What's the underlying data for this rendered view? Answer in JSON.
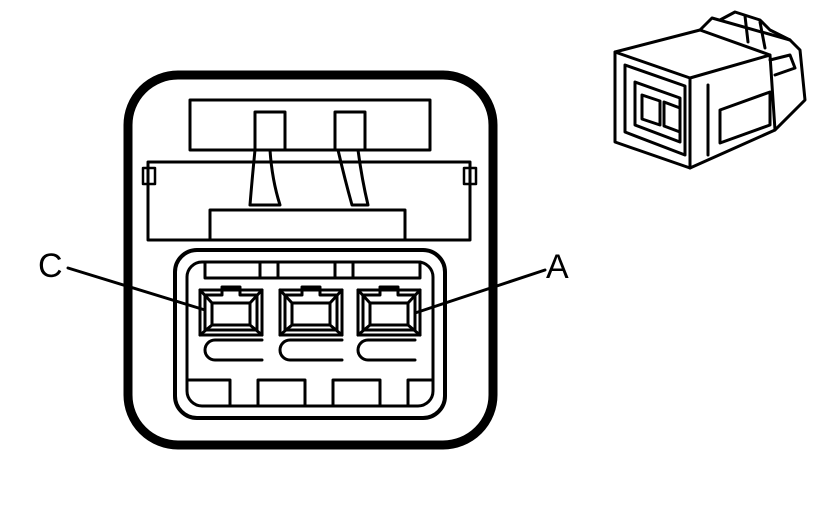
{
  "labels": {
    "pin_c": "C",
    "pin_a": "A"
  },
  "colors": {
    "line": "#000000",
    "background": "#ffffff",
    "accent": "#000000"
  },
  "icons": [
    "connector-face-diagram",
    "connector-isometric-icon"
  ]
}
